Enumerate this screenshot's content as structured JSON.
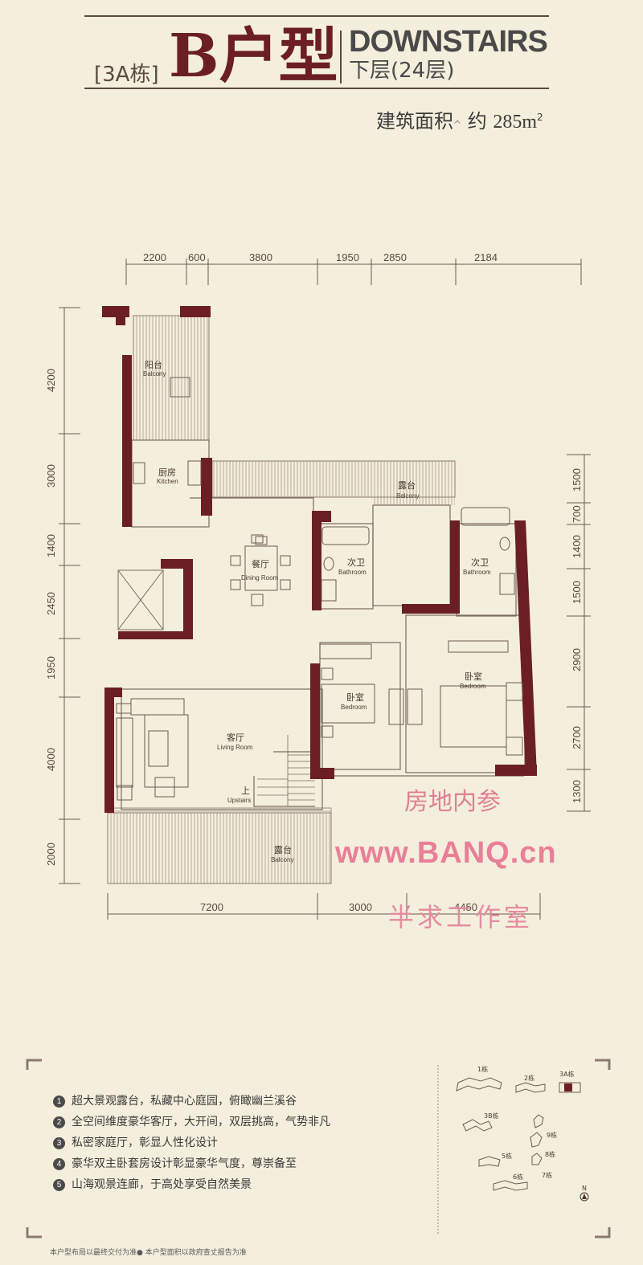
{
  "header": {
    "building": "[3A栋]",
    "unit_type": "B户型",
    "level_en": "DOWNSTAIRS",
    "level_cn": "下层(24层)",
    "area_label": "建筑面积",
    "area_approx": "约",
    "area_value": "285m",
    "area_sup": "2"
  },
  "dimensions": {
    "top": [
      "2200",
      "600",
      "3800",
      "1950",
      "2850",
      "2184"
    ],
    "left": [
      "4200",
      "3000",
      "1400",
      "2450",
      "1950",
      "4000",
      "2000"
    ],
    "right": [
      "1500",
      "700",
      "1400",
      "1500",
      "2900",
      "2700",
      "1300"
    ],
    "bottom": [
      "7200",
      "3000",
      "4450"
    ]
  },
  "rooms": {
    "balcony_top": {
      "cn": "阳台",
      "en": "Balcony"
    },
    "kitchen": {
      "cn": "厨房",
      "en": "Kitchen"
    },
    "terrace_top": {
      "cn": "露台",
      "en": "Balcony"
    },
    "dining": {
      "cn": "餐厅",
      "en": "Dining Room"
    },
    "bath_1": {
      "cn": "次卫",
      "en": "Bathroom"
    },
    "bath_2": {
      "cn": "次卫",
      "en": "Bathroom"
    },
    "bedroom_1": {
      "cn": "卧室",
      "en": "Bedroom"
    },
    "bedroom_2": {
      "cn": "卧室",
      "en": "Bedroom"
    },
    "living": {
      "cn": "客厅",
      "en": "Living Room"
    },
    "stairs": {
      "cn": "上",
      "en": "Upstairs"
    },
    "terrace_bottom": {
      "cn": "露台",
      "en": "Balcony"
    }
  },
  "watermark": {
    "line1": "房地内参",
    "line2": "www.BANQ.cn",
    "line3": "半求工作室"
  },
  "features": [
    {
      "num": "1",
      "text": "超大景观露台，私藏中心庭园，俯瞰幽兰溪谷"
    },
    {
      "num": "2",
      "text": "全空间维度豪华客厅，大开间，双层挑高，气势非凡"
    },
    {
      "num": "3",
      "text": "私密家庭厅，彰显人性化设计"
    },
    {
      "num": "4",
      "text": "豪华双主卧套房设计彰显豪华气度，尊崇备至"
    },
    {
      "num": "5",
      "text": "山海观景连廊，于高处享受自然美景"
    }
  ],
  "site_plan": {
    "labels": [
      "1栋",
      "2栋",
      "3A栋",
      "3B栋",
      "9栋",
      "5栋",
      "8栋",
      "7栋",
      "6栋"
    ],
    "north": "N"
  },
  "footnote": "本户型布局以最终交付为准● 本户型面积以政府查丈报告为准",
  "colors": {
    "background": "#f4efdc",
    "wall": "#6b1f24",
    "accent_pink": "#e87e97"
  }
}
